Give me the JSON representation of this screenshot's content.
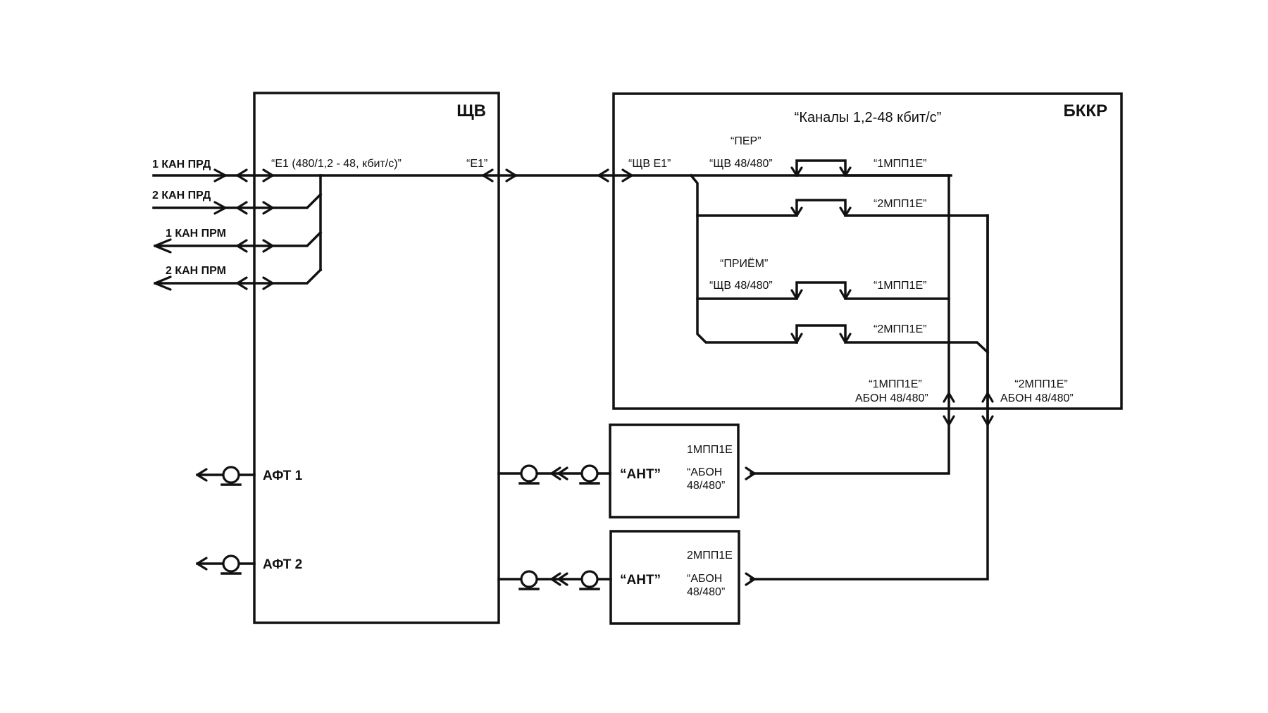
{
  "blocks": {
    "schv": {
      "title": "ЩВ"
    },
    "bkkr": {
      "title": "БККР",
      "subtitle": "“Каналы 1,2-48 кбит/с”"
    },
    "ant1": {
      "title": "“АНТ”",
      "name": "1МПП1Е",
      "port": "“АБОН\n48/480”"
    },
    "ant2": {
      "title": "“АНТ”",
      "name": "2МПП1Е",
      "port": "“АБОН\n48/480”"
    }
  },
  "inputs": {
    "ch1_tx": "1 КАН ПРД",
    "ch2_tx": "2 КАН ПРД",
    "ch1_rx": "1 КАН ПРМ",
    "ch2_rx": "2 КАН ПРМ"
  },
  "schv_labels": {
    "e1_rate": "“E1 (480/1,2 - 48, кбит/с)”",
    "e1_port": "“E1”",
    "aft1": "АФТ 1",
    "aft2": "АФТ 2"
  },
  "bkkr_labels": {
    "schv_e1": "“ЩВ E1”",
    "per": "“ПЕР”",
    "priem": "“ПРИЁМ”",
    "schv_48_480_tx": "“ЩВ 48/480”",
    "schv_48_480_rx": "“ЩВ 48/480”",
    "mpp1_tx": "“1МПП1Е”",
    "mpp2_tx": "“2МПП1Е”",
    "mpp1_rx": "“1МПП1Е”",
    "mpp2_rx": "“2МПП1Е”",
    "abon1_name": "“1МПП1Е”",
    "abon1_port": "АБОН 48/480”",
    "abon2_name": "“2МПП1Е”",
    "abon2_port": "АБОН 48/480”"
  }
}
